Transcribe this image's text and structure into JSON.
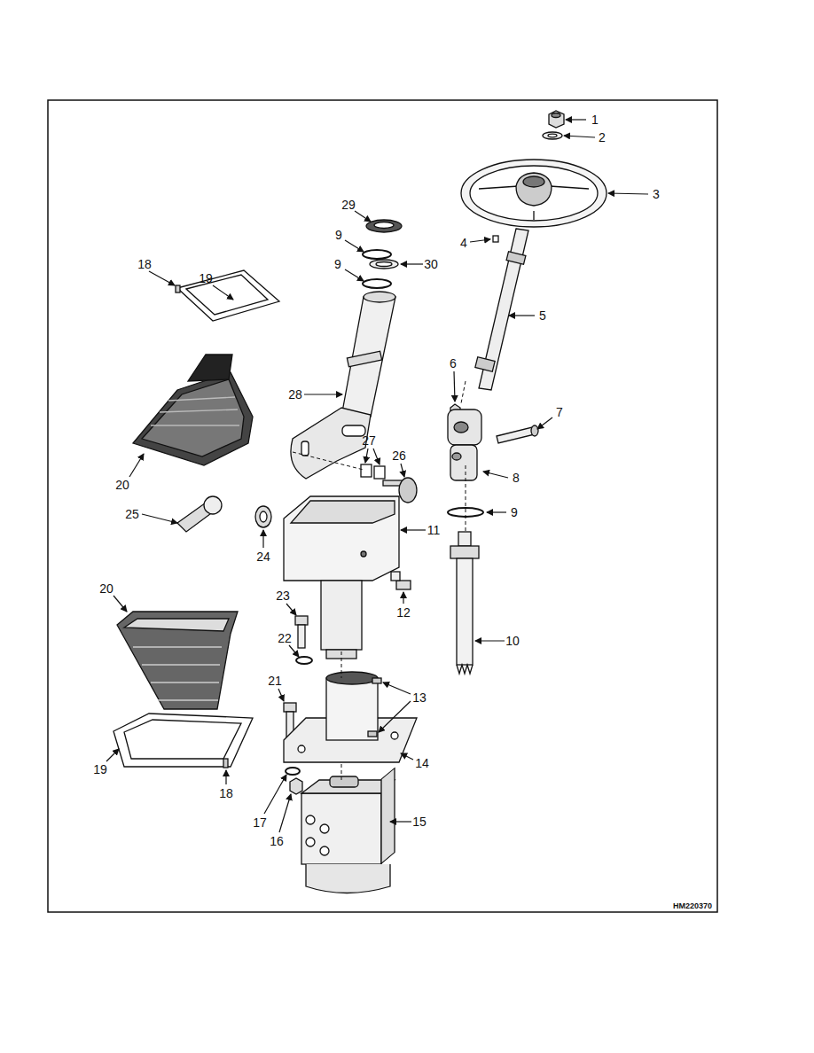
{
  "diagram": {
    "labels": [
      "1",
      "2",
      "3",
      "29",
      "9",
      "4",
      "18",
      "19",
      "9",
      "30",
      "5",
      "6",
      "28",
      "7",
      "27",
      "26",
      "8",
      "20",
      "9",
      "25",
      "24",
      "11",
      "20",
      "23",
      "12",
      "22",
      "10",
      "21",
      "13",
      "14",
      "19",
      "18",
      "17",
      "15",
      "16",
      "HM220370"
    ]
  }
}
